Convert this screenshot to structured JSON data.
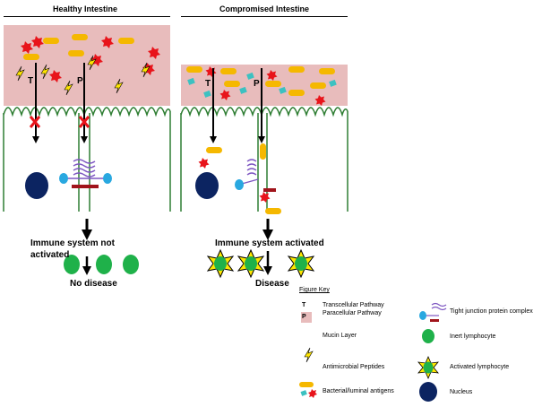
{
  "healthy": {
    "title": "Healthy Intestine",
    "pathway_t": "T",
    "pathway_p": "P",
    "outcome_line1": "Immune system not",
    "outcome_line2": "activated",
    "result": "No disease"
  },
  "compromised": {
    "title": "Compromised Intestine",
    "pathway_t": "T",
    "pathway_p": "P",
    "outcome": "Immune system activated",
    "result": "Disease"
  },
  "key": {
    "title": "Figure Key",
    "t_symbol": "T",
    "p_symbol": "P",
    "transcellular": "Transcellular Pathway",
    "paracellular": "Paracellular Pathway",
    "mucin": "Mucin Layer",
    "antimicrobial": "Antimicrobial Peptides",
    "antigens": "Bacterial/luminal antigens",
    "tight_junction": "Tight junction protein complex",
    "inert": "Inert lymphocyte",
    "activated": "Activated lymphocyte",
    "nucleus": "Nucleus"
  },
  "colors": {
    "mucin": "#e8bcbc",
    "cell_outline": "#2e7d32",
    "antigen_orange": "#f5b800",
    "antigen_red": "#e8141b",
    "antigen_teal": "#3cc1c1",
    "peptide": "#ffe600",
    "nucleus": "#0c2461",
    "lymphocyte": "#1fb14a",
    "junction_purple": "#7e57c2",
    "junction_blue": "#29a8e0",
    "junction_red": "#a0141b"
  }
}
